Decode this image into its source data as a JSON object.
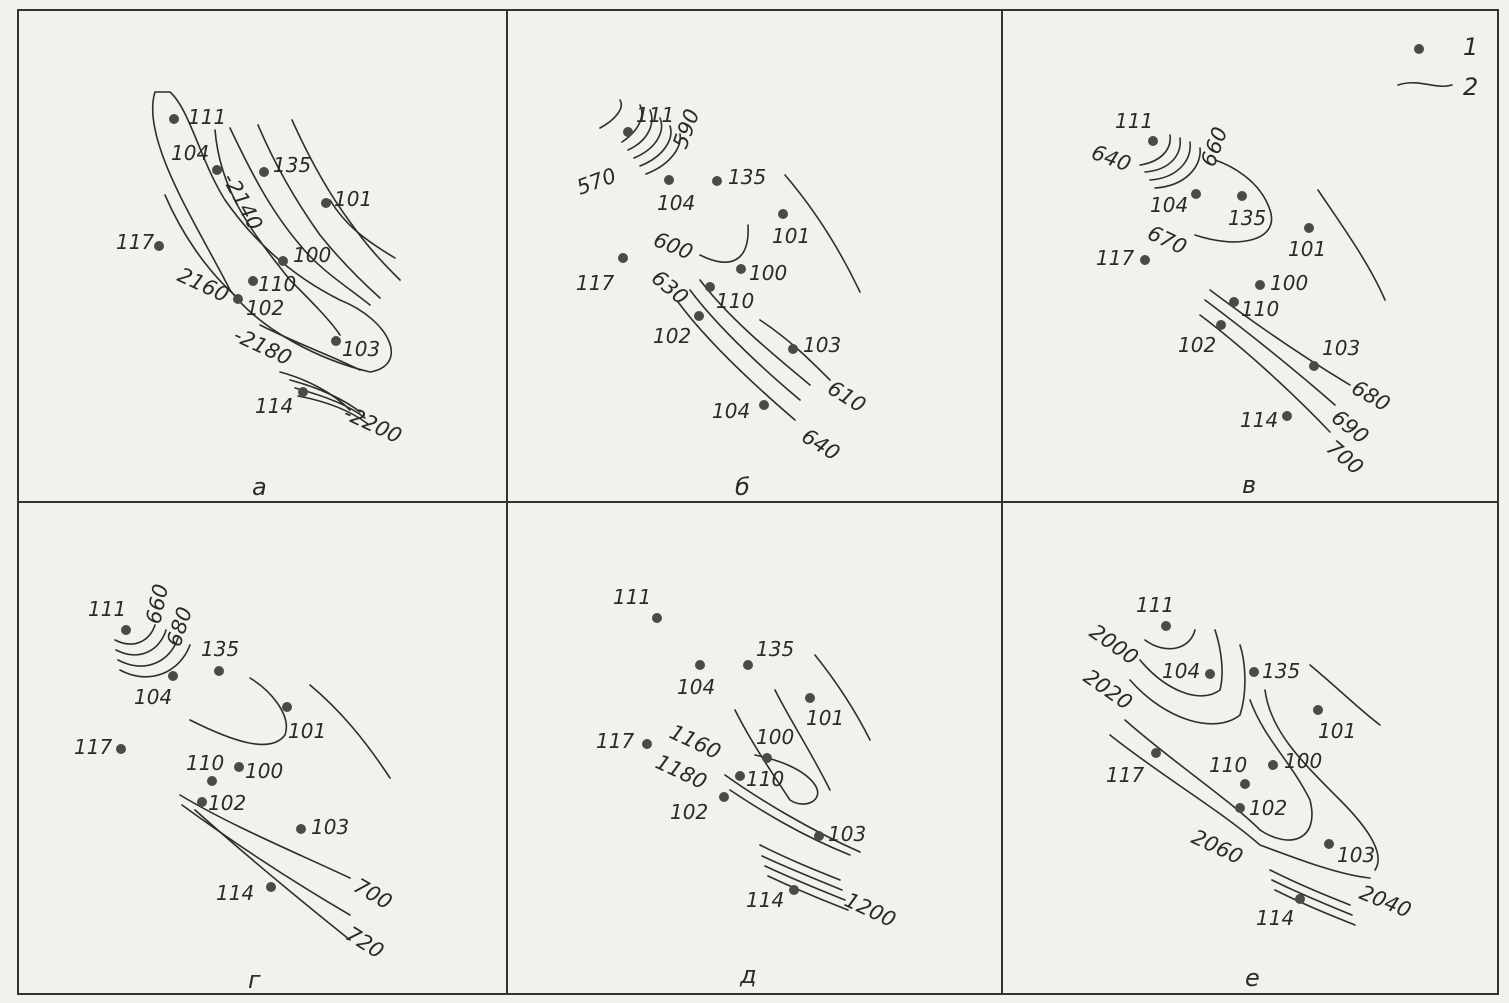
{
  "legend": [
    {
      "symbol": "well-dot",
      "label": "1"
    },
    {
      "symbol": "contour-line",
      "label": "2"
    }
  ],
  "panels": [
    {
      "caption": "а",
      "wells": [
        "111",
        "104",
        "135",
        "101",
        "117",
        "100",
        "110",
        "102",
        "103",
        "114"
      ],
      "contours": [
        "-2140",
        "2160",
        "-2180",
        "-2200"
      ]
    },
    {
      "caption": "б",
      "wells": [
        "111",
        "135",
        "104",
        "101",
        "117",
        "100",
        "110",
        "102",
        "103",
        "104"
      ],
      "contours": [
        "590",
        "570",
        "600",
        "630",
        "610",
        "640"
      ]
    },
    {
      "caption": "в",
      "wells": [
        "111",
        "104",
        "135",
        "101",
        "117",
        "100",
        "110",
        "102",
        "103",
        "114"
      ],
      "contours": [
        "660",
        "640",
        "670",
        "680",
        "690",
        "700"
      ]
    },
    {
      "caption": "г",
      "wells": [
        "111",
        "135",
        "104",
        "101",
        "117",
        "110",
        "100",
        "102",
        "103",
        "114"
      ],
      "contours": [
        "660",
        "680",
        "700",
        "720"
      ]
    },
    {
      "caption": "д",
      "wells": [
        "111",
        "135",
        "104",
        "101",
        "117",
        "100",
        "110",
        "102",
        "103",
        "114"
      ],
      "contours": [
        "1160",
        "1180",
        "1200"
      ]
    },
    {
      "caption": "е",
      "wells": [
        "111",
        "104",
        "135",
        "101",
        "117",
        "110",
        "100",
        "102",
        "103",
        "114"
      ],
      "contours": [
        "2000",
        "2020",
        "2060",
        "2040"
      ]
    }
  ]
}
